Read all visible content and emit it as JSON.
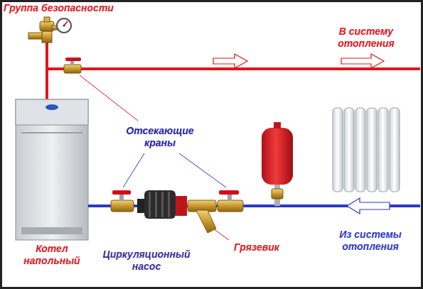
{
  "diagram": {
    "labels": [
      "Группа безопасности",
      "В систему отопления",
      "Отсекающие краны",
      "Котел напольный",
      "Циркуляционный насос",
      "Грязевик",
      "Из системы отопления"
    ]
  }
}
